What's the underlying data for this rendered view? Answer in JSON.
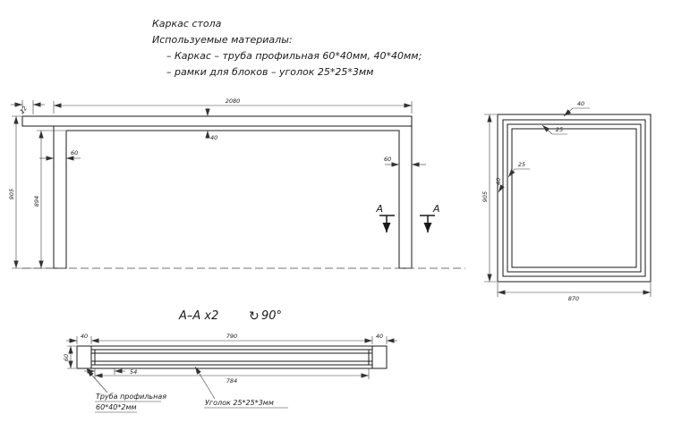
{
  "notes": {
    "line1": "Каркас стола",
    "line2": "Используемые материалы:",
    "line3": "– Каркас – труба профильная 60*40мм, 40*40мм;",
    "line4": "– рамки для блоков – уголок 25*25*3мм"
  },
  "front_view": {
    "dim_width": "2080",
    "dim_overhang": "12",
    "dim_member": "40",
    "dim_leg_left": "60",
    "dim_leg_right": "60",
    "dim_height": "905",
    "dim_inner_height": "894",
    "section_left": "А",
    "section_right": "А"
  },
  "side_view": {
    "dim_rail": "40",
    "dim_angle_top": "25",
    "dim_angle_left": "25",
    "dim_leg": "40",
    "dim_height": "905",
    "dim_width": "870"
  },
  "section_view": {
    "title": "А–А х2",
    "rotate_icon": "↻",
    "rotation": "90°",
    "dim_length": "790",
    "dim_end_left": "40",
    "dim_end_right": "40",
    "dim_height": "60",
    "dim_inset": "54",
    "dim_inner_length": "784",
    "label_pipe_1": "Труба профильная",
    "label_pipe_2": "60*40*2мм",
    "label_angle": "Уголок 25*25*3мм"
  }
}
